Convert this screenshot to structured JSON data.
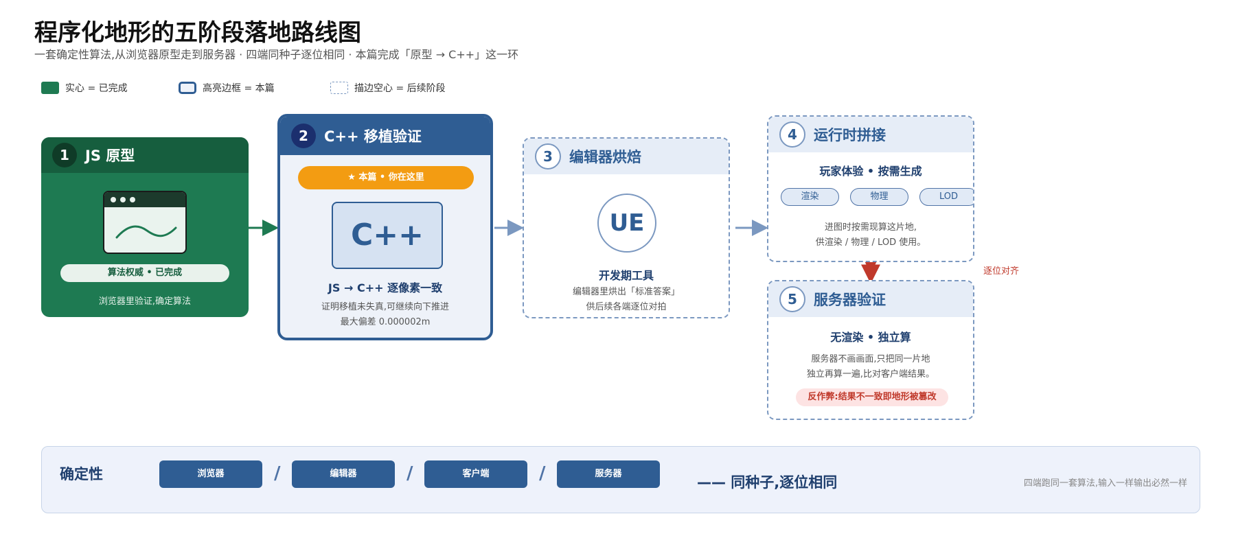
{
  "title": "程序化地形的五阶段落地路线图",
  "subtitle": "一套确定性算法,从浏览器原型走到服务器 · 四端同种子逐位相同 · 本篇完成「原型 → C++」这一环",
  "legend": {
    "solid": "实心 = 已完成",
    "highlight": "高亮边框 = 本篇",
    "dashed": "描边空心 = 后续阶段"
  },
  "stages": [
    {
      "num": "1",
      "title": "JS 原型",
      "pill": "算法权威 • 已完成",
      "desc": "浏览器里验证,确定算法"
    },
    {
      "num": "2",
      "title": "C++ 移植验证",
      "badge": "★ 本篇 • 你在这里",
      "logo": "C++",
      "subtitle": "JS → C++ 逐像素一致",
      "desc1": "证明移植未失真,可继续向下推进",
      "desc2": "最大偏差 0.000002m"
    },
    {
      "num": "3",
      "title": "编辑器烘焙",
      "logo": "UE",
      "subtitle": "开发期工具",
      "desc1": "编辑器里烘出「标准答案」",
      "desc2": "供后续各端逐位对拍"
    },
    {
      "num": "4",
      "title": "运行时拼接",
      "subtitle": "玩家体验 • 按需生成",
      "chips": [
        "渲染",
        "物理",
        "LOD"
      ],
      "desc1": "进图时按需现算这片地,",
      "desc2": "供渲染 / 物理 / LOD 使用。"
    },
    {
      "num": "5",
      "title": "服务器验证",
      "subtitle": "无渲染 • 独立算",
      "desc1": "服务器不画画面,只把同一片地",
      "desc2": "独立再算一遍,比对客户端结果。",
      "warning": "反作弊:结果不一致即地形被篡改"
    }
  ],
  "align_label": "逐位对齐",
  "determinism": {
    "title": "确定性",
    "platforms": [
      "浏览器",
      "编辑器",
      "客户端",
      "服务器"
    ],
    "separator": "/",
    "tagline": "—— 同种子,逐位相同",
    "note": "四端跑同一套算法,输入一样输出必然一样"
  },
  "colors": {
    "done_green": "#1e7a52",
    "current_blue": "#2f5d93",
    "future_dashed": "#7b98c0",
    "highlight_orange": "#f39c12",
    "alert_red": "#c0392b"
  },
  "icons": {
    "stage1": "browser-window-icon",
    "stage2": "cpp-logo-icon",
    "stage3": "ue-logo-icon",
    "align": "double-arrow-icon"
  }
}
